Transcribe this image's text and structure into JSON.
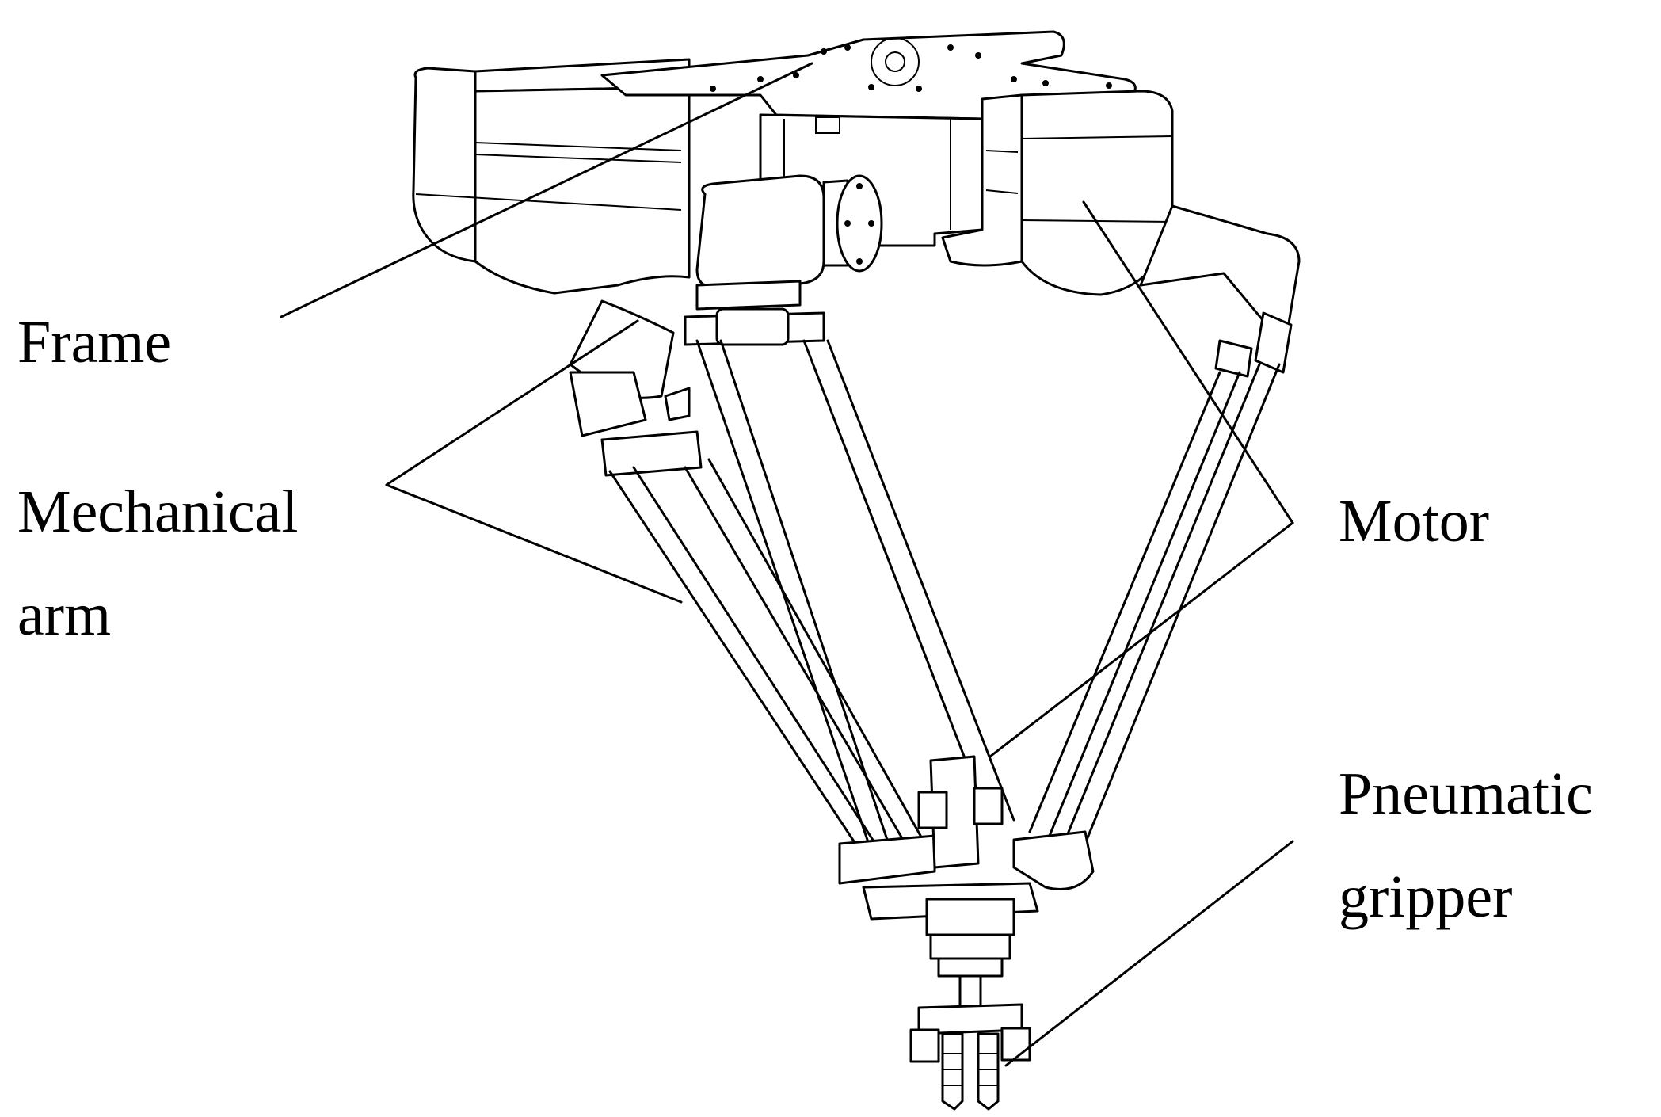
{
  "labels": {
    "frame": "Frame",
    "mechanical_arm_line1": "Mechanical",
    "mechanical_arm_line2": "arm",
    "motor": "Motor",
    "pneumatic_gripper_line1": "Pneumatic",
    "pneumatic_gripper_line2": "gripper"
  },
  "colors": {
    "ink": "#000000",
    "background": "#ffffff"
  }
}
